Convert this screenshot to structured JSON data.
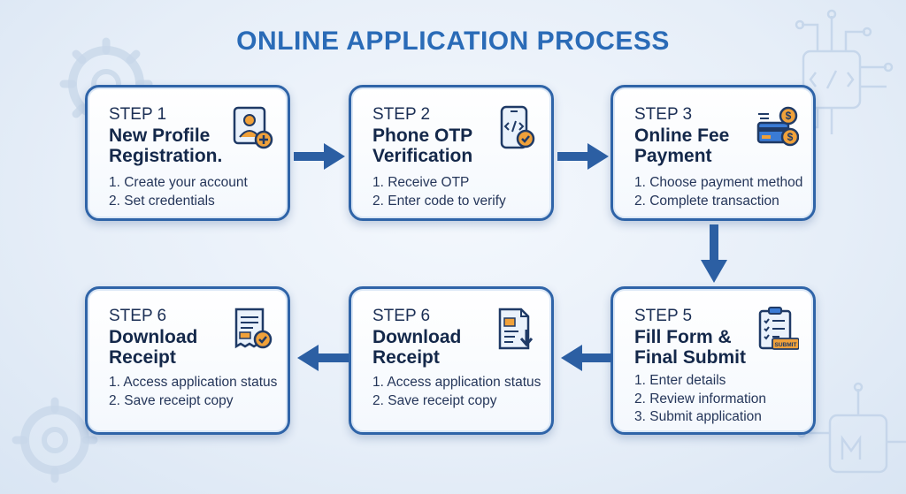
{
  "title": "ONLINE APPLICATION PROCESS",
  "steps": [
    {
      "label": "STEP 1",
      "title": "New Profile Registration.",
      "items": [
        "1. Create your account",
        "2. Set credentials"
      ],
      "icon": "user-add-icon"
    },
    {
      "label": "STEP 2",
      "title": "Phone OTP Verification",
      "items": [
        "1. Receive OTP",
        "2. Enter code to verify"
      ],
      "icon": "phone-check-icon"
    },
    {
      "label": "STEP 3",
      "title": "Online Fee Payment",
      "items": [
        "1. Choose payment method",
        "2. Complete transaction"
      ],
      "icon": "payment-card-icon"
    },
    {
      "label": "STEP 5",
      "title": "Fill Form & Final Submit",
      "items": [
        "1. Enter details",
        "2. Review information",
        "3. Submit application"
      ],
      "icon": "form-submit-icon",
      "stamp": "SUBMIT"
    },
    {
      "label": "STEP 6",
      "title": "Download Receipt",
      "items": [
        "1. Access application status",
        "2. Save receipt copy"
      ],
      "icon": "receipt-download-icon"
    },
    {
      "label": "STEP 6",
      "title": "Download Receipt",
      "items": [
        "1. Access application status",
        "2. Save receipt copy"
      ],
      "icon": "receipt-check-icon"
    }
  ],
  "colors": {
    "accent": "#2a6bb7",
    "border": "#2f64a8",
    "arrow": "#2c5fa3",
    "icon_orange": "#f0a13a"
  }
}
